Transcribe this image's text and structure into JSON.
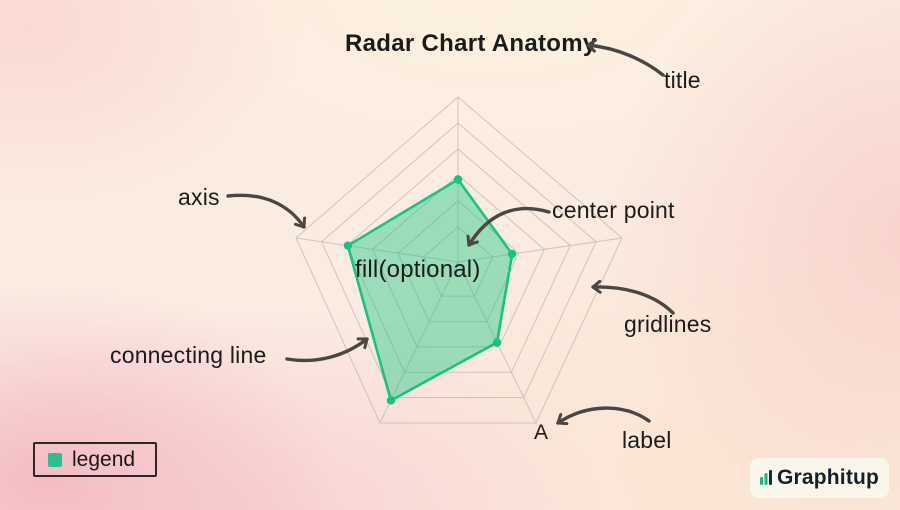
{
  "title": "Radar Chart Anatomy",
  "annotations": {
    "title_label": "title",
    "axis_label": "axis",
    "center_point_label": "center point",
    "fill_label": "fill(optional)",
    "gridlines_label": "gridlines",
    "connecting_line_label": "connecting line",
    "label_label": "label"
  },
  "legend": {
    "label": "legend",
    "swatch_color": "#2abf93"
  },
  "brand": {
    "name": "Graphitup",
    "icon": "bar-chart-icon"
  },
  "chart_data": {
    "type": "radar",
    "title": "Radar Chart Anatomy",
    "axes": [
      "top",
      "right",
      "bottom-right",
      "bottom-left",
      "left"
    ],
    "axis_labels": [
      "",
      "",
      "A",
      "",
      ""
    ],
    "series": [
      {
        "name": "legend",
        "values": [
          50,
          33,
          50,
          86,
          68
        ]
      }
    ],
    "value_range": [
      0,
      100
    ],
    "gridline_rings": 6,
    "fill": "optional",
    "legend_position": "bottom-left"
  },
  "colors": {
    "accent": "#14c57f",
    "series_fill": "rgba(22,199,132,0.42)",
    "legend_swatch": "#2abf93",
    "grid": "#c7bcb8",
    "arrow": "#4b4643",
    "text": "#1b1b1b",
    "badge_bg": "#fbf6ec"
  }
}
